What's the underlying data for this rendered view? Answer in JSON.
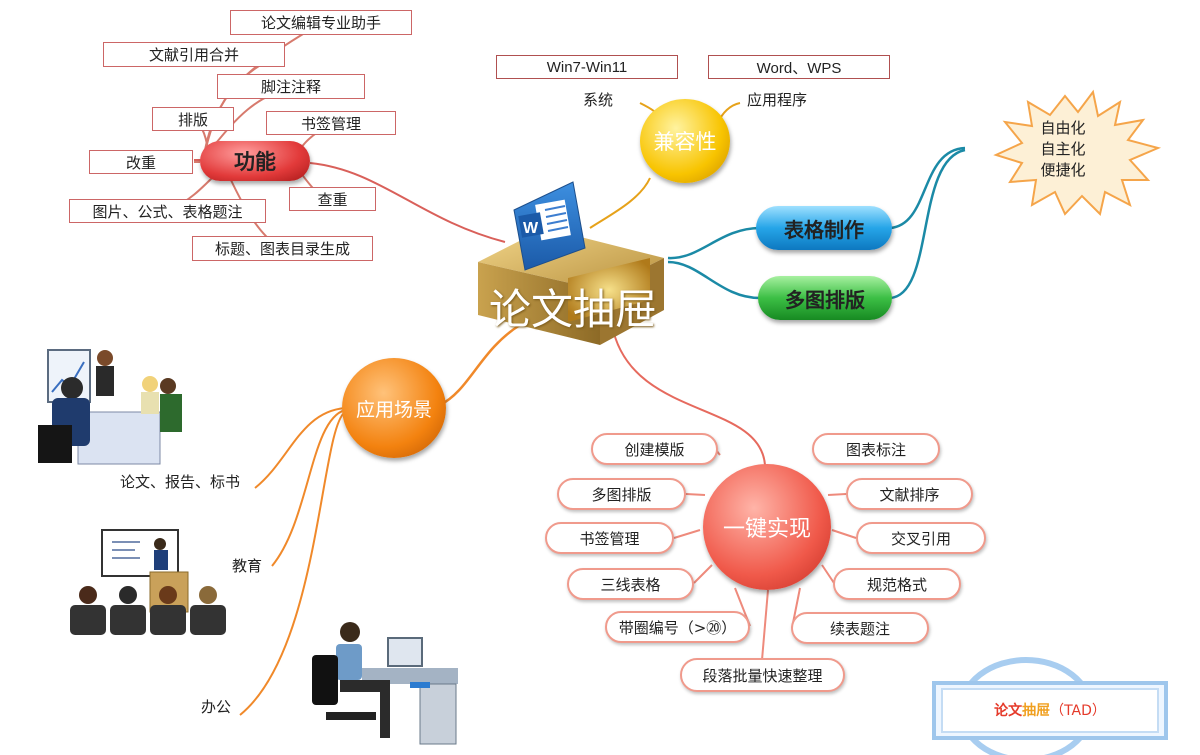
{
  "center": {
    "title": "论文抽屉",
    "app_icon": "word-icon"
  },
  "function": {
    "label": "功能",
    "items": [
      "论文编辑专业助手",
      "文献引用合并",
      "脚注注释",
      "排版",
      "书签管理",
      "改重",
      "查重",
      "图片、公式、表格题注",
      "标题、图表目录生成"
    ]
  },
  "compat": {
    "label": "兼容性",
    "systems": {
      "value": "Win7-Win11",
      "caption": "系统"
    },
    "apps": {
      "value": "Word、WPS",
      "caption": "应用程序"
    }
  },
  "table_make": {
    "label": "表格制作"
  },
  "multi_layout": {
    "label": "多图排版"
  },
  "star": {
    "lines": [
      "自由化",
      "自主化",
      "便捷化"
    ]
  },
  "scenes": {
    "label": "应用场景",
    "items": [
      "论文、报告、标书",
      "教育",
      "办公"
    ]
  },
  "onekey": {
    "label": "一键实现",
    "left": [
      "创建模版",
      "多图排版",
      "书签管理",
      "三线表格",
      "带圈编号（>⑳）"
    ],
    "right": [
      "图表标注",
      "文献排序",
      "交叉引用",
      "规范格式",
      "续表题注"
    ],
    "bottom": "段落批量快速整理"
  },
  "logo": {
    "text_a": "论文",
    "text_b": "抽屉",
    "text_c": "（TAD）"
  },
  "colors": {
    "function": "#e03a3a",
    "compat": "#f5b800",
    "blue": "#2aa8e6",
    "green": "#35b84a",
    "scenes": "#f07d16",
    "onekey": "#ef5a4e"
  }
}
